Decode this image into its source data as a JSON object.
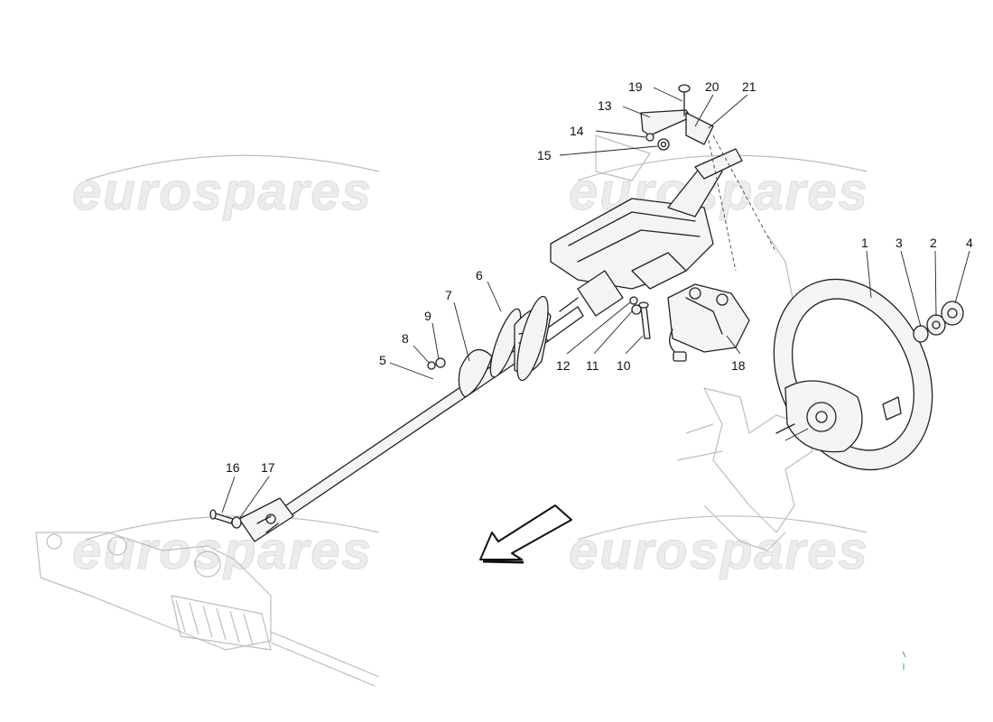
{
  "watermark": "eurospares",
  "callouts": [
    "1",
    "2",
    "3",
    "4",
    "5",
    "6",
    "7",
    "8",
    "9",
    "10",
    "11",
    "12",
    "13",
    "14",
    "15",
    "16",
    "17",
    "18",
    "19",
    "20",
    "21"
  ]
}
